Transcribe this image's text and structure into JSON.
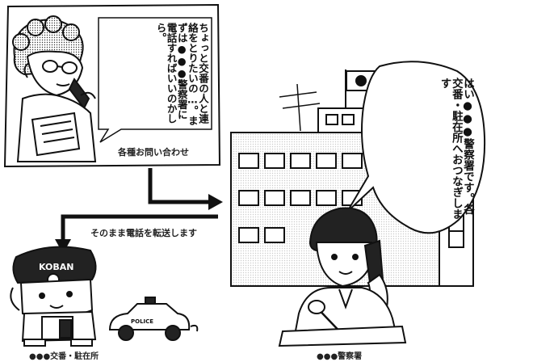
{
  "resident": {
    "speech": "ちょっと交番の人と連絡をとりたいの…。まずは●●●警察署に電話すればいいのかしら。",
    "caption": "各種お問い合わせ"
  },
  "officer": {
    "speech": "はい●●●警察署です。各交番・駐在所へおつなぎします",
    "caption": "●●●警察署"
  },
  "transfer": {
    "caption": "そのまま電話を転送します"
  },
  "koban": {
    "sign": "KOBAN",
    "police_car_text": "POLICE",
    "caption": "●●●交番・駐在所"
  }
}
